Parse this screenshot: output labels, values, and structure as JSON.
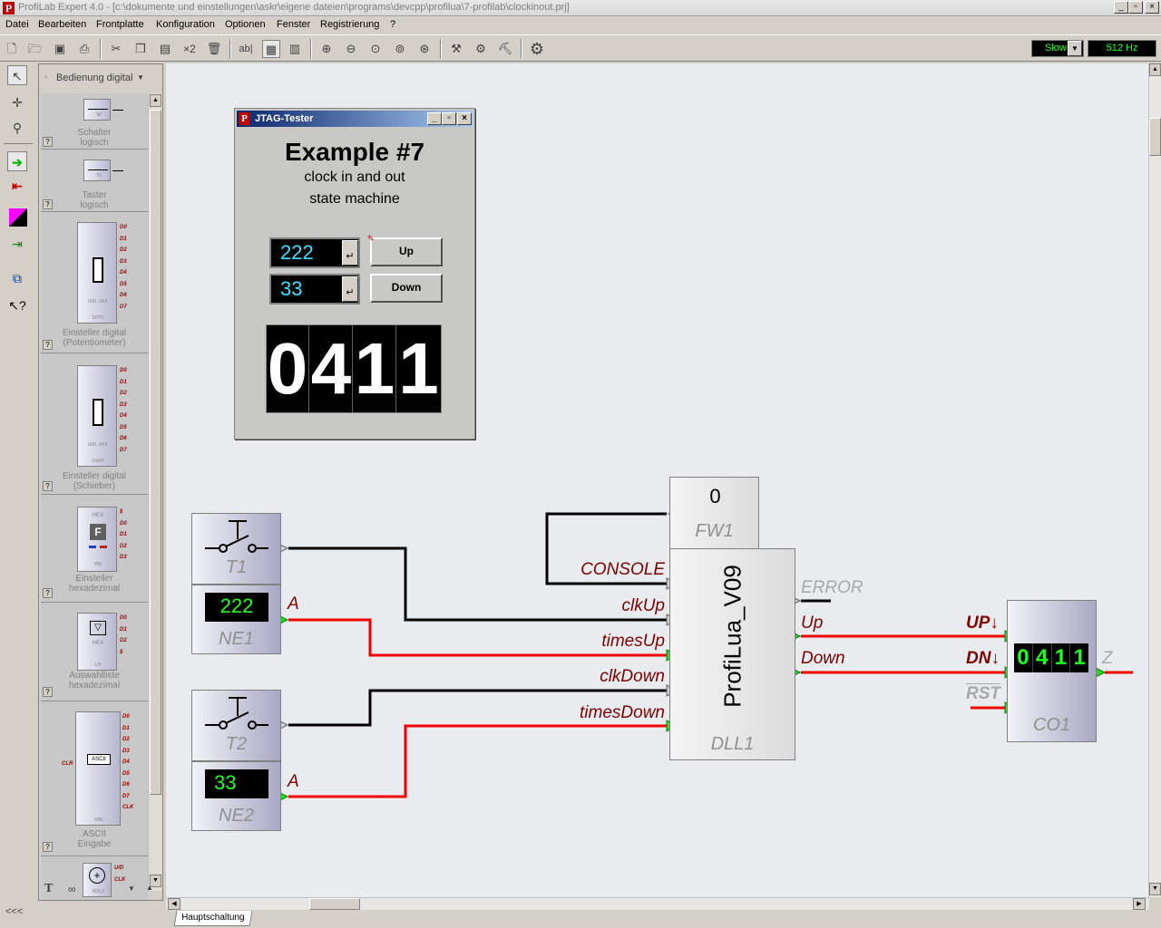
{
  "app": {
    "title": "ProfiLab Expert 4.0 - [c:\\dokumente und einstellungen\\askr\\eigene dateien\\programs\\devcpp\\profilua\\7-profilab\\clockinout.prj]"
  },
  "menu": [
    "Datei",
    "Bearbeiten",
    "Frontplatte",
    "Konfiguration",
    "Optionen",
    "Fenster",
    "Registrierung",
    "?"
  ],
  "toolbar": {
    "speed": "Slow",
    "frequency": "512 Hz"
  },
  "palette": {
    "category": "Bedienung digital",
    "items": [
      {
        "label": "Schalter\nlogisch",
        "code": "S0"
      },
      {
        "label": "Taster\nlogisch",
        "code": "T0"
      },
      {
        "label": "Einsteller digital\n(Potentiometer)",
        "code": "DPT0",
        "range": "h00...hFF",
        "pins": "D0 D1 D2 D3 D4 D5 D6 D7"
      },
      {
        "label": "Einsteller digital\n(Schieber)",
        "code": "DSR0",
        "range": "h00...hFF",
        "pins": "D0 D1 D2 D3 D4 D5 D6 D7"
      },
      {
        "label": "Einsteller\nhexadezimal",
        "code": "HI0",
        "inner": "HEX",
        "glyph": "F",
        "pins": "$ D0 D1 D2 D3"
      },
      {
        "label": "Auswahlliste\nhexadezimal",
        "code": "LI0",
        "inner": "HEX",
        "pins": "D0 D1 D2 $"
      },
      {
        "label": "ASCII\nEingabe",
        "code": "KB0",
        "inner": "ASCII",
        "clr": "CLR",
        "pins": "D0 D1 D2 D3 D4 D5 D6 D7 CLK"
      },
      {
        "label": "",
        "code": "RDL0",
        "pins": "U/D CLK"
      }
    ]
  },
  "jtag": {
    "title": "JTAG-Tester",
    "heading": "Example #7",
    "subtitle1": "clock in and out",
    "subtitle2": "state machine",
    "up_value": "222",
    "down_value": "33",
    "up_label": "Up",
    "down_label": "Down",
    "display": [
      "0",
      "4",
      "1",
      "1"
    ]
  },
  "diagram": {
    "t1": "T1",
    "t2": "T2",
    "ne1": {
      "name": "NE1",
      "value": "222",
      "pin": "A"
    },
    "ne2": {
      "name": "NE2",
      "value": "33",
      "pin": "A"
    },
    "fw1": {
      "name": "FW1",
      "value": "0"
    },
    "dll": {
      "name": "DLL1",
      "title": "ProfiLua_V09",
      "inputs": [
        "CONSOLE",
        "clkUp",
        "timesUp",
        "clkDown",
        "timesDown"
      ],
      "outputs": [
        "ERROR",
        "Up",
        "Down"
      ]
    },
    "co1": {
      "name": "CO1",
      "inputs": [
        "UP↓",
        "DN↓",
        "RST"
      ],
      "output": "Z",
      "display": [
        "0",
        "4",
        "1",
        "1"
      ]
    }
  },
  "tabs": [
    "Hauptschaltung"
  ],
  "left_strip": {
    "collapse": "<<<"
  },
  "palette_footer": {
    "text_tool": "T"
  },
  "colors": {
    "wire_active": "#ee0000",
    "wire_idle": "#000000",
    "label": "#800000",
    "lcd_green": "#22ff22"
  }
}
